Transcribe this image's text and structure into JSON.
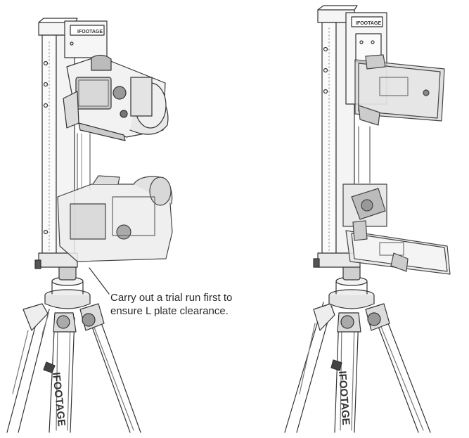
{
  "callout": {
    "line1": "Carry out a trial run first to",
    "line2": "ensure L plate clearance."
  },
  "branding": {
    "left_tripod_text": "IFOOTAGE",
    "right_tripod_text": "IFOOTAGE",
    "left_slider_logo": "IFOOTAGE",
    "right_slider_logo": "IFOOTAGE"
  }
}
